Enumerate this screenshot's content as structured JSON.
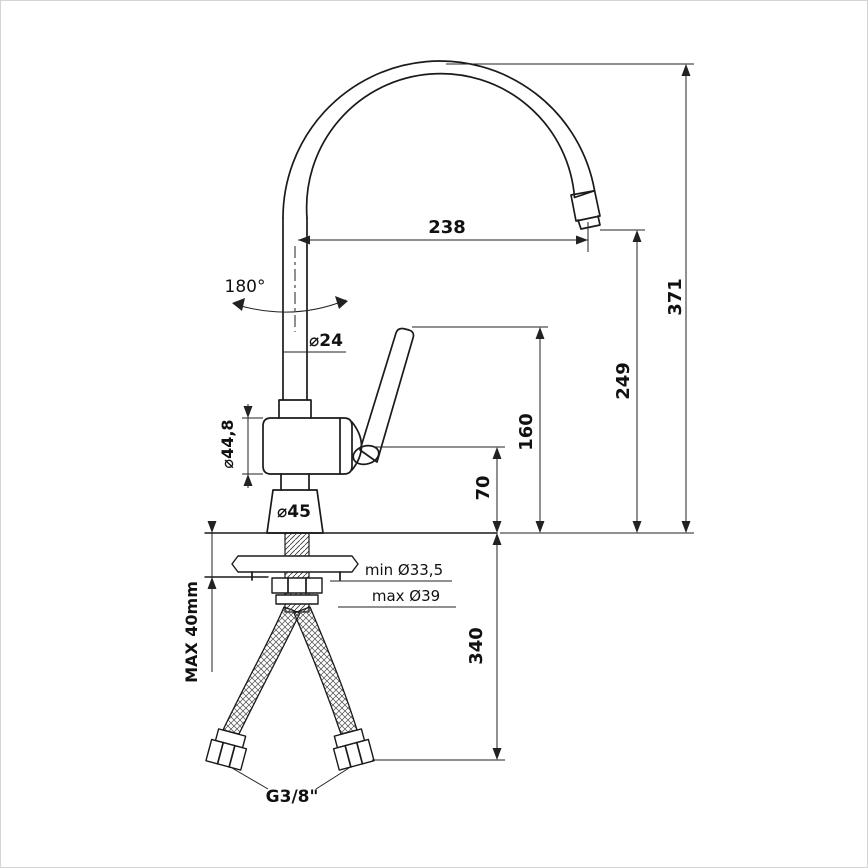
{
  "drawing": {
    "kind": "faucet-installation-technical-drawing",
    "colors": {
      "line": "#1a1a1a",
      "dim_line": "#222222",
      "background": "#ffffff",
      "frame": "#d4d4d4"
    }
  },
  "dimensions": {
    "spout_reach": "238",
    "total_height": "371",
    "spout_outlet_height": "249",
    "handle_top_height": "160",
    "body_outlet_height": "70",
    "hose_length": "340",
    "swivel_angle": "180°",
    "spout_tube_diameter": "⌀24",
    "body_diameter": "⌀44,8",
    "base_diameter": "⌀45",
    "hole_min": "min Ø33,5",
    "hole_max": "max Ø39",
    "counter_thickness": "MAX 40mm",
    "hose_connection": "G3/8\""
  }
}
